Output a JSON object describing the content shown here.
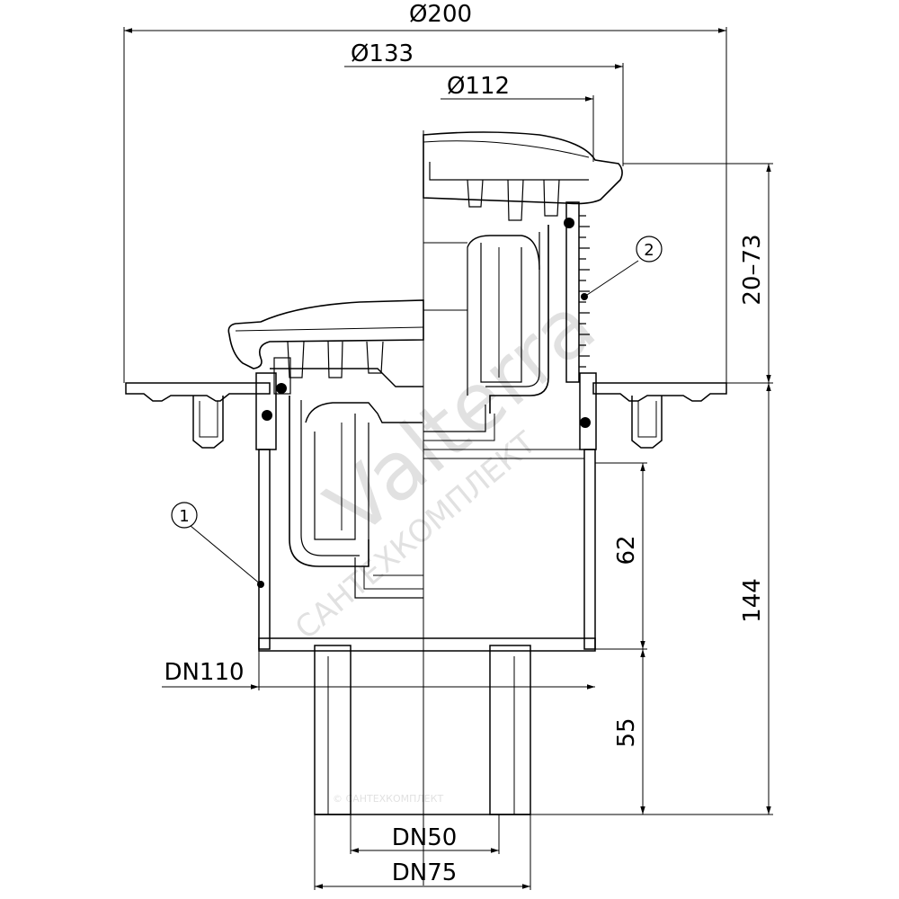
{
  "dimensions": {
    "d200": "Ø200",
    "d133": "Ø133",
    "d112": "Ø112",
    "h20_73": "20–73",
    "h144": "144",
    "h62": "62",
    "h55": "55",
    "dn110": "DN110",
    "dn50": "DN50",
    "dn75": "DN75"
  },
  "callouts": {
    "c1": "1",
    "c2": "2"
  },
  "watermark": {
    "brand": "Valterra",
    "company": "САНТЕХКОМПЛЕКТ",
    "footer": "© САНТЕХКОМПЛЕКТ"
  }
}
